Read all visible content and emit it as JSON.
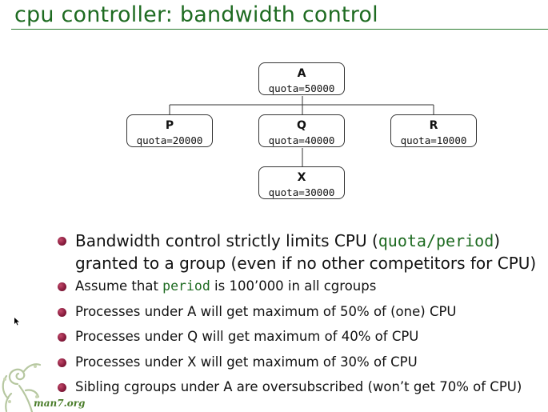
{
  "slide": {
    "title": "cpu controller: bandwidth control"
  },
  "tree": {
    "root": {
      "name": "A",
      "quota": "quota=50000"
    },
    "children": [
      {
        "name": "P",
        "quota": "quota=20000"
      },
      {
        "name": "Q",
        "quota": "quota=40000"
      },
      {
        "name": "R",
        "quota": "quota=10000"
      }
    ],
    "grandchild": {
      "name": "X",
      "quota": "quota=30000"
    }
  },
  "bullets": {
    "b1_prefix": "Bandwidth control strictly limits CPU (",
    "b1_code": "quota/period",
    "b1_suffix": ")",
    "b1_line2": "granted to a group (even if no other competitors for CPU)",
    "b2_prefix": "Assume that ",
    "b2_code": "period",
    "b2_suffix": " is 100’000 in all cgroups",
    "b3": "Processes under A will get maximum of 50% of (one) CPU",
    "b4": "Processes under Q will get maximum of 40% of CPU",
    "b5": "Processes under X will get maximum of 30% of CPU",
    "b6": "Sibling cgroups under A are oversubscribed (won’t get 70% of CPU)"
  },
  "footer": {
    "logo_text": "man7.org"
  }
}
